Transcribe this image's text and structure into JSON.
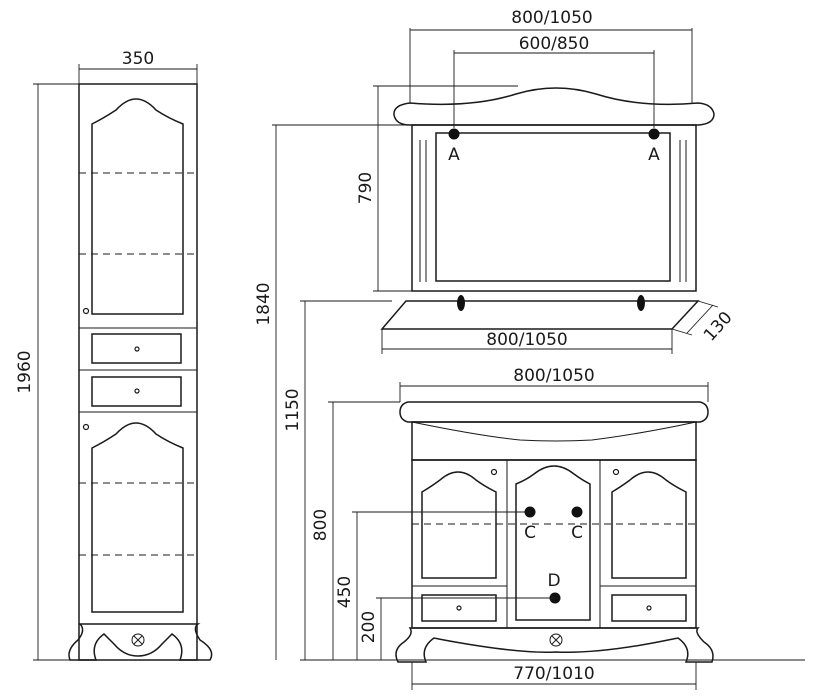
{
  "colors": {
    "line": "#1a1a1a",
    "background": "#ffffff",
    "marker": "#111111"
  },
  "tall_cabinet": {
    "width_label": "350",
    "height_label": "1960"
  },
  "mirror": {
    "outer_width_label": "800/1050",
    "mount_spacing_label": "600/850",
    "height_label": "790",
    "mount_point_a_left": "A",
    "mount_point_a_right": "A"
  },
  "shelf": {
    "width_label": "800/1050",
    "depth_label": "130"
  },
  "vanity": {
    "top_width_label": "800/1050",
    "base_width_label": "770/1010",
    "height_label": "800",
    "c_height_label": "450",
    "d_height_label": "200",
    "point_c_left": "C",
    "point_c_right": "C",
    "point_d": "D"
  },
  "overall": {
    "shelf_height_label": "1150",
    "mirror_top_height_label": "1840"
  }
}
